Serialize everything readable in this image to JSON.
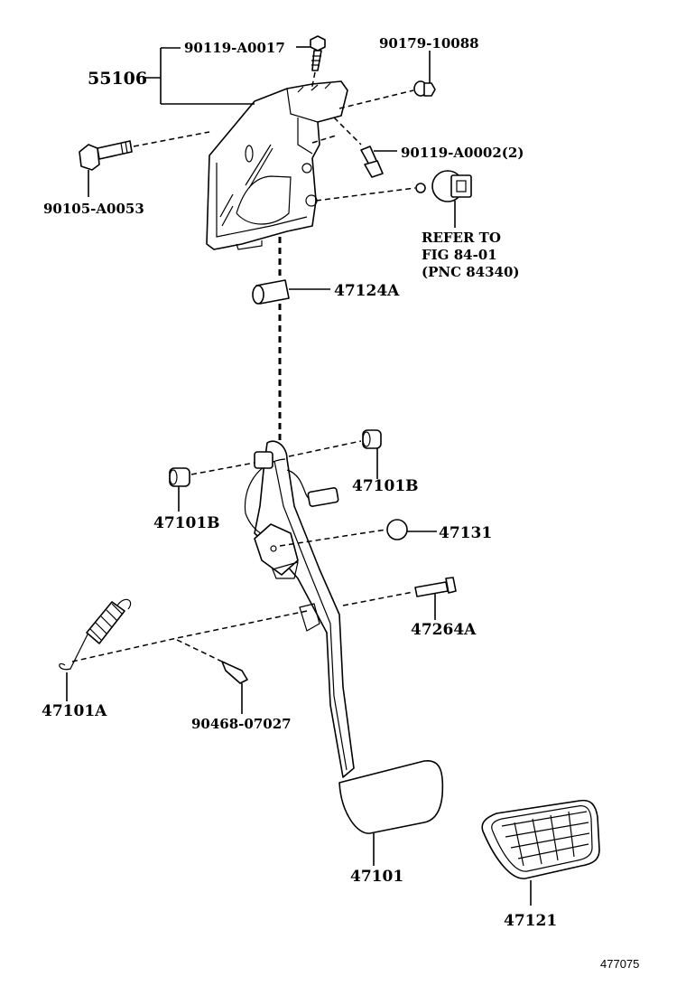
{
  "diagram": {
    "title": "Brake pedal & bracket parts diagram",
    "figure_id": "477075",
    "parts": [
      {
        "key": "bracket",
        "label": "55106"
      },
      {
        "key": "bolt_top",
        "label": "90119-A0017"
      },
      {
        "key": "nut",
        "label": "90179-10088"
      },
      {
        "key": "bolt_left",
        "label": "90105-A0053"
      },
      {
        "key": "bolt_small",
        "label": "90119-A0002(2)"
      },
      {
        "key": "switch_ref_line1",
        "label": "REFER TO"
      },
      {
        "key": "switch_ref_line2",
        "label": "FIG 84-01"
      },
      {
        "key": "switch_ref_line3",
        "label": "(PNC 84340)"
      },
      {
        "key": "collar",
        "label": "47124A"
      },
      {
        "key": "bushing_right",
        "label": "47101B"
      },
      {
        "key": "bushing_left",
        "label": "47101B"
      },
      {
        "key": "cushion",
        "label": "47131"
      },
      {
        "key": "pin",
        "label": "47264A"
      },
      {
        "key": "spring",
        "label": "47101A"
      },
      {
        "key": "clip",
        "label": "90468-07027"
      },
      {
        "key": "pedal",
        "label": "47101"
      },
      {
        "key": "pad",
        "label": "47121"
      }
    ]
  }
}
